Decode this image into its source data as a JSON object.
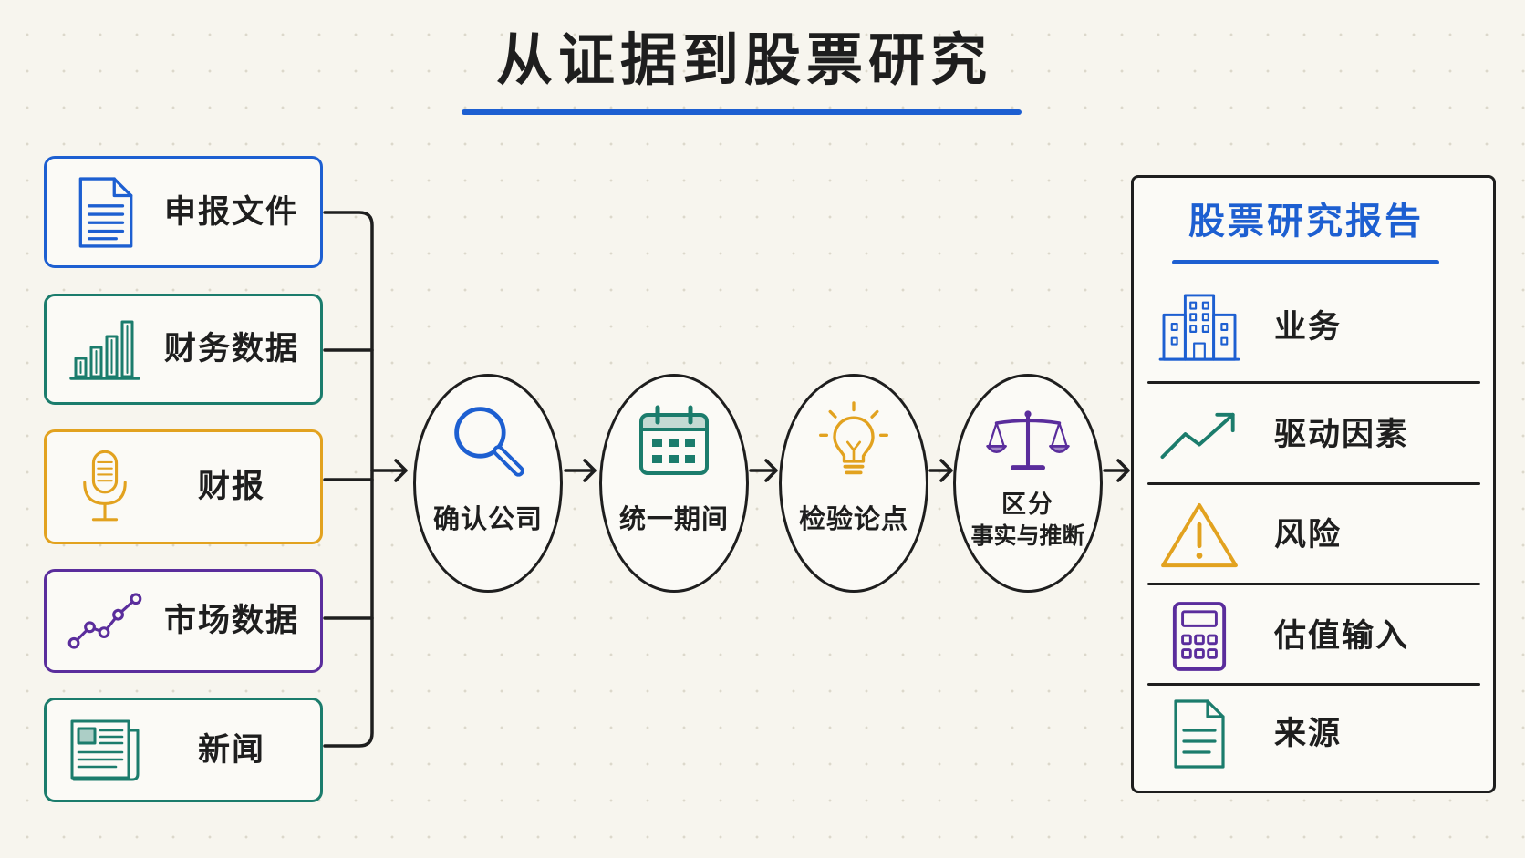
{
  "title": "从证据到股票研究",
  "colors": {
    "blue": "#1d5fd1",
    "teal": "#1b7c6c",
    "orange": "#e2a21f",
    "purple": "#5a2d9c",
    "ink": "#1e1e1e",
    "background": "#f7f5ee"
  },
  "sources": [
    {
      "label": "申报文件",
      "icon": "document-icon",
      "color": "blue"
    },
    {
      "label": "财务数据",
      "icon": "bar-chart-icon",
      "color": "teal"
    },
    {
      "label": "财报",
      "icon": "microphone-icon",
      "color": "orange"
    },
    {
      "label": "市场数据",
      "icon": "line-chart-icon",
      "color": "purple"
    },
    {
      "label": "新闻",
      "icon": "newspaper-icon",
      "color": "teal"
    }
  ],
  "steps": [
    {
      "lines": [
        "确认公司"
      ],
      "icon": "magnifier-icon",
      "color": "blue"
    },
    {
      "lines": [
        "统一期间"
      ],
      "icon": "calendar-icon",
      "color": "teal"
    },
    {
      "lines": [
        "检验论点"
      ],
      "icon": "lightbulb-icon",
      "color": "orange"
    },
    {
      "lines": [
        "区分",
        "事实与推断"
      ],
      "icon": "scales-icon",
      "color": "purple"
    }
  ],
  "report": {
    "title": "股票研究报告",
    "items": [
      {
        "label": "业务",
        "icon": "building-icon",
        "color": "blue"
      },
      {
        "label": "驱动因素",
        "icon": "trend-up-icon",
        "color": "teal"
      },
      {
        "label": "风险",
        "icon": "warning-icon",
        "color": "orange"
      },
      {
        "label": "估值输入",
        "icon": "calculator-icon",
        "color": "purple"
      },
      {
        "label": "来源",
        "icon": "document-icon",
        "color": "teal"
      }
    ]
  }
}
